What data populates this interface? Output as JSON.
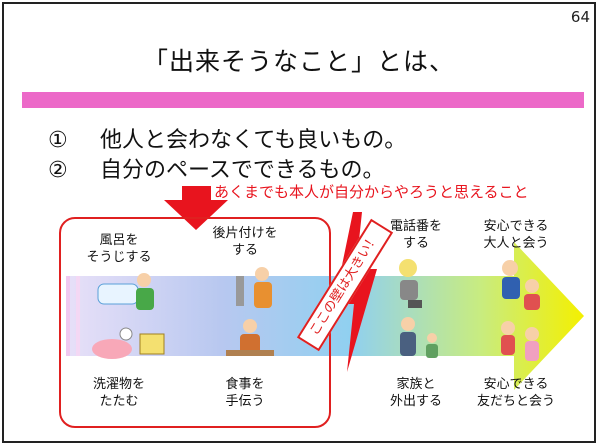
{
  "page_number": "64",
  "title": "「出来そうなこと」とは、",
  "items": [
    {
      "num": "①",
      "text": "他人と会わなくても良いもの。"
    },
    {
      "num": "②",
      "text": "自分のペースでできるもの。"
    }
  ],
  "note": "あくまでも本人が自分からやろうと思えること",
  "diagonal_label": "ここの壁は大きい！",
  "activities": {
    "bath_line1": "風呂を",
    "bath_line2": "そうじする",
    "cleanup_line1": "後片付けを",
    "cleanup_line2": "する",
    "phone_line1": "電話番を",
    "phone_line2": "する",
    "meet_adult_line1": "安心できる",
    "meet_adult_line2": "大人と会う",
    "laundry_line1": "洗濯物を",
    "laundry_line2": "たたむ",
    "meal_line1": "食事を",
    "meal_line2": "手伝う",
    "family_line1": "家族と",
    "family_line2": "外出する",
    "meet_friend_line1": "安心できる",
    "meet_friend_line2": "友だちと会う"
  },
  "colors": {
    "accent_pink": "#ec69c8",
    "red": "#e02020",
    "arrow_start": "#c8b8f0",
    "arrow_mid": "#9ad0f0",
    "arrow_end": "#f4f000"
  }
}
